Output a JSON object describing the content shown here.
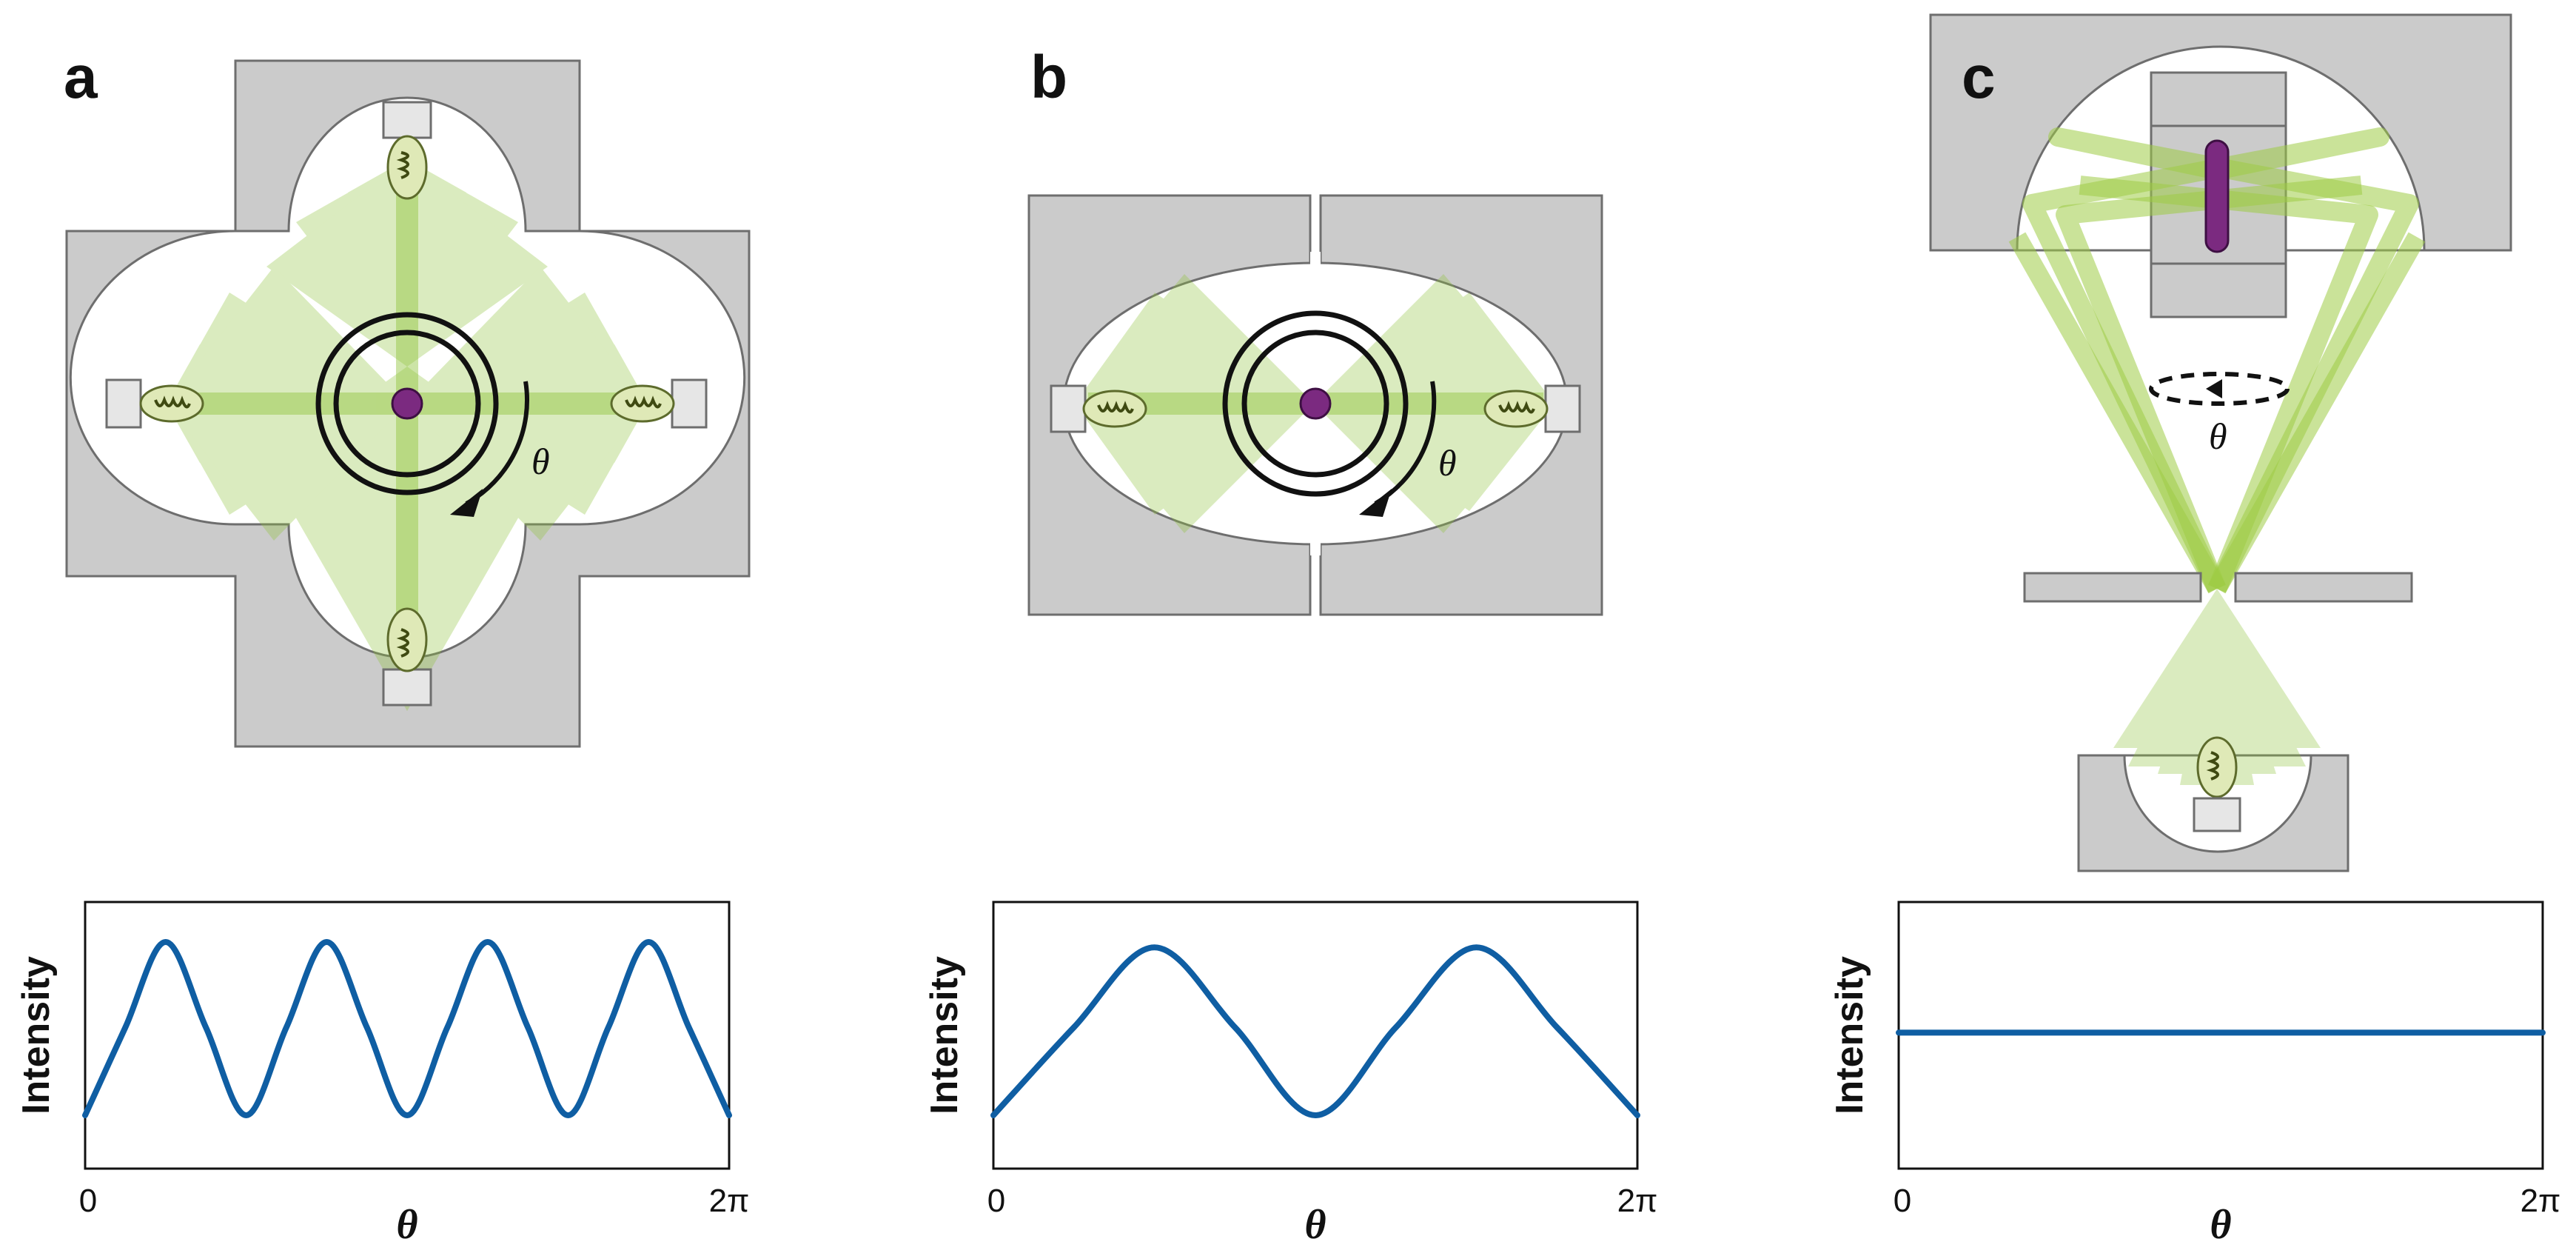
{
  "panels": {
    "a": {
      "label": "a",
      "angle_symbol": "θ"
    },
    "b": {
      "label": "b",
      "angle_symbol": "θ"
    },
    "c": {
      "label": "c",
      "angle_symbol": "θ"
    }
  },
  "colors": {
    "beam": "#8fc43a",
    "sample": "#7b2a80",
    "block": "#cbcbcb",
    "curve": "#0f5ea3"
  },
  "icons": [
    "lamp-icon",
    "rotation-arrow-icon",
    "sample-dot-icon"
  ],
  "chart_data": [
    {
      "type": "line",
      "panel": "a",
      "ylabel": "Intensity",
      "xlabel": "θ",
      "xtick_labels": [
        "0",
        "2π"
      ],
      "xlim": [
        0,
        6.2832
      ],
      "ylim": [
        0,
        1
      ],
      "series": [
        {
          "x": [
            0,
            0.3927,
            0.7854,
            1.1781,
            1.5708,
            1.9635,
            2.3562,
            2.7489,
            3.1416,
            3.5343,
            3.927,
            4.3197,
            4.7124,
            5.1051,
            5.4978,
            5.8905,
            6.2832
          ],
          "values": [
            0.2,
            0.53,
            0.85,
            0.53,
            0.2,
            0.53,
            0.85,
            0.53,
            0.2,
            0.53,
            0.85,
            0.53,
            0.2,
            0.53,
            0.85,
            0.53,
            0.2
          ]
        }
      ]
    },
    {
      "type": "line",
      "panel": "b",
      "ylabel": "Intensity",
      "xlabel": "θ",
      "xtick_labels": [
        "0",
        "2π"
      ],
      "xlim": [
        0,
        6.2832
      ],
      "ylim": [
        0,
        1
      ],
      "series": [
        {
          "x": [
            0,
            0.7854,
            1.5708,
            2.3562,
            3.1416,
            3.927,
            4.7124,
            5.4978,
            6.2832
          ],
          "values": [
            0.2,
            0.53,
            0.83,
            0.53,
            0.2,
            0.53,
            0.83,
            0.53,
            0.2
          ]
        }
      ]
    },
    {
      "type": "line",
      "panel": "c",
      "ylabel": "Intensity",
      "xlabel": "θ",
      "xtick_labels": [
        "0",
        "2π"
      ],
      "xlim": [
        0,
        6.2832
      ],
      "ylim": [
        0,
        1
      ],
      "series": [
        {
          "x": [
            0,
            6.2832
          ],
          "values": [
            0.51,
            0.51
          ]
        }
      ]
    }
  ]
}
